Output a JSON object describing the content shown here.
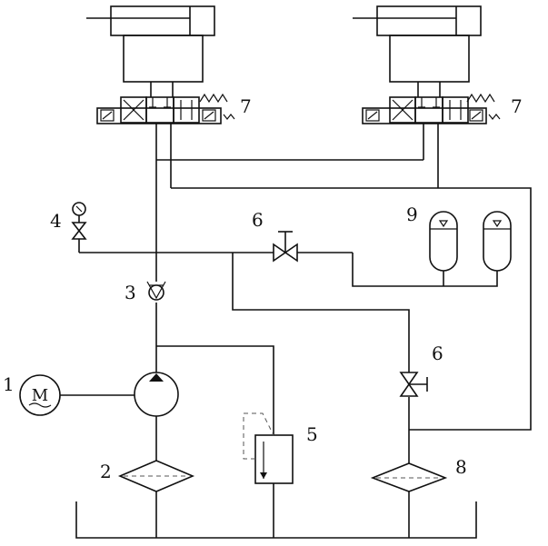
{
  "labels": {
    "motor": "1",
    "filter_suction": "2",
    "check_valve": "3",
    "gauge_valve": "4",
    "relief_valve": "5",
    "shutoff_valve_upper": "6",
    "shutoff_valve_lower": "6",
    "directional_valve_left": "7",
    "directional_valve_right": "7",
    "filter_return": "8",
    "accumulators": "9"
  },
  "motor_symbol": "M"
}
